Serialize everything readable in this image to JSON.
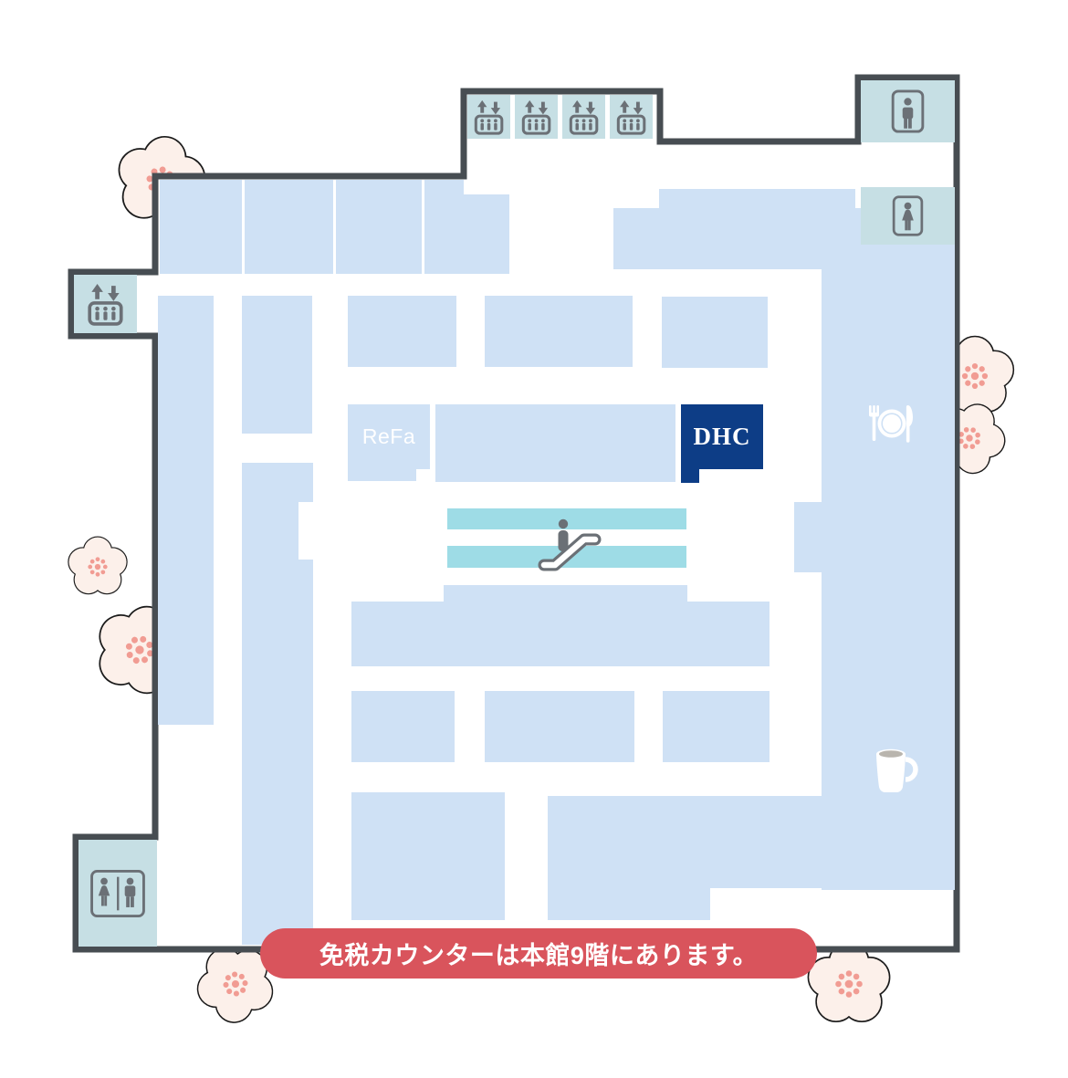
{
  "banner": {
    "label": "免税カウンターは本館9階にあります。"
  },
  "stores": {
    "refa_label": "ReFa",
    "dhc_label": "DHC"
  },
  "facilities": {
    "elevator": "elevator-icon",
    "mens_restroom": "mens-restroom-icon",
    "womens_restroom": "womens-restroom-icon",
    "shared_restroom": "restroom-icon",
    "escalator": "escalator-icon",
    "restaurant": "restaurant-icon",
    "cafe": "cafe-mug-icon"
  },
  "colors": {
    "canvas": "#ffffff",
    "block": "#cfe1f5",
    "facility": "#c6dfe4",
    "stripe": "#9edce6",
    "wall": "#474d52",
    "dhc_navy": "#0d3d86",
    "refa_text": "#ffffff",
    "banner_red": "#d9545c",
    "banner_text": "#ffffff",
    "icon_gray": "#6b7076",
    "sakura_petal": "#fcf0ea",
    "sakura_center": "#f19c93"
  }
}
